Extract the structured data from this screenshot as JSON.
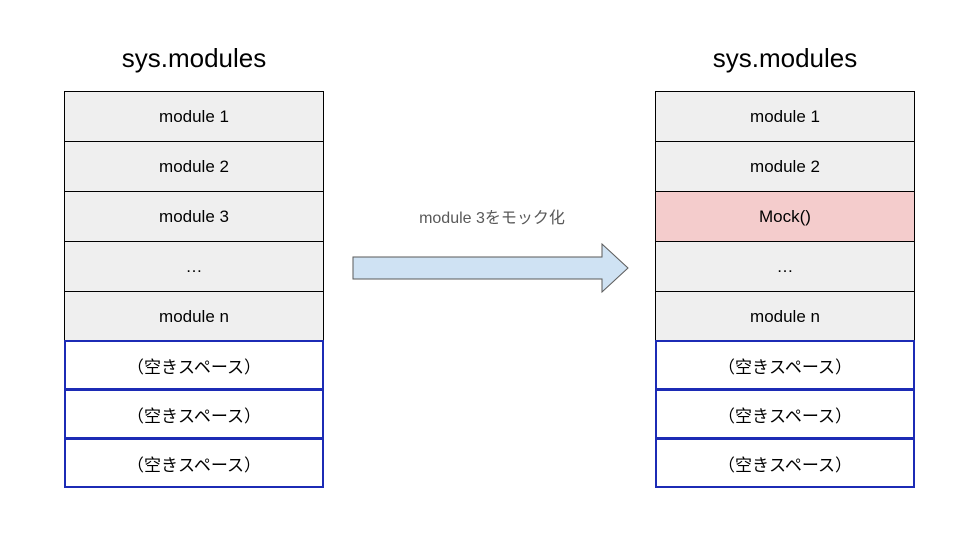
{
  "left": {
    "title": "sys.modules",
    "cells": [
      {
        "label": "module 1",
        "kind": "module"
      },
      {
        "label": "module 2",
        "kind": "module"
      },
      {
        "label": "module 3",
        "kind": "module"
      },
      {
        "label": "…",
        "kind": "module"
      },
      {
        "label": "module n",
        "kind": "module"
      },
      {
        "label": "（空きスペース）",
        "kind": "empty"
      },
      {
        "label": "（空きスペース）",
        "kind": "empty"
      },
      {
        "label": "（空きスペース）",
        "kind": "empty"
      }
    ]
  },
  "arrow": {
    "label": "module 3をモック化",
    "fill_color": "#cfe2f3",
    "stroke_color": "#595959"
  },
  "right": {
    "title": "sys.modules",
    "cells": [
      {
        "label": "module 1",
        "kind": "module"
      },
      {
        "label": "module 2",
        "kind": "module"
      },
      {
        "label": "Mock()",
        "kind": "mock"
      },
      {
        "label": "…",
        "kind": "module"
      },
      {
        "label": "module n",
        "kind": "module"
      },
      {
        "label": "（空きスペース）",
        "kind": "empty"
      },
      {
        "label": "（空きスペース）",
        "kind": "empty"
      },
      {
        "label": "（空きスペース）",
        "kind": "empty"
      }
    ]
  },
  "colors": {
    "module_fill": "#efefef",
    "mock_fill": "#f4cccc",
    "empty_border": "#1c2bb5"
  }
}
